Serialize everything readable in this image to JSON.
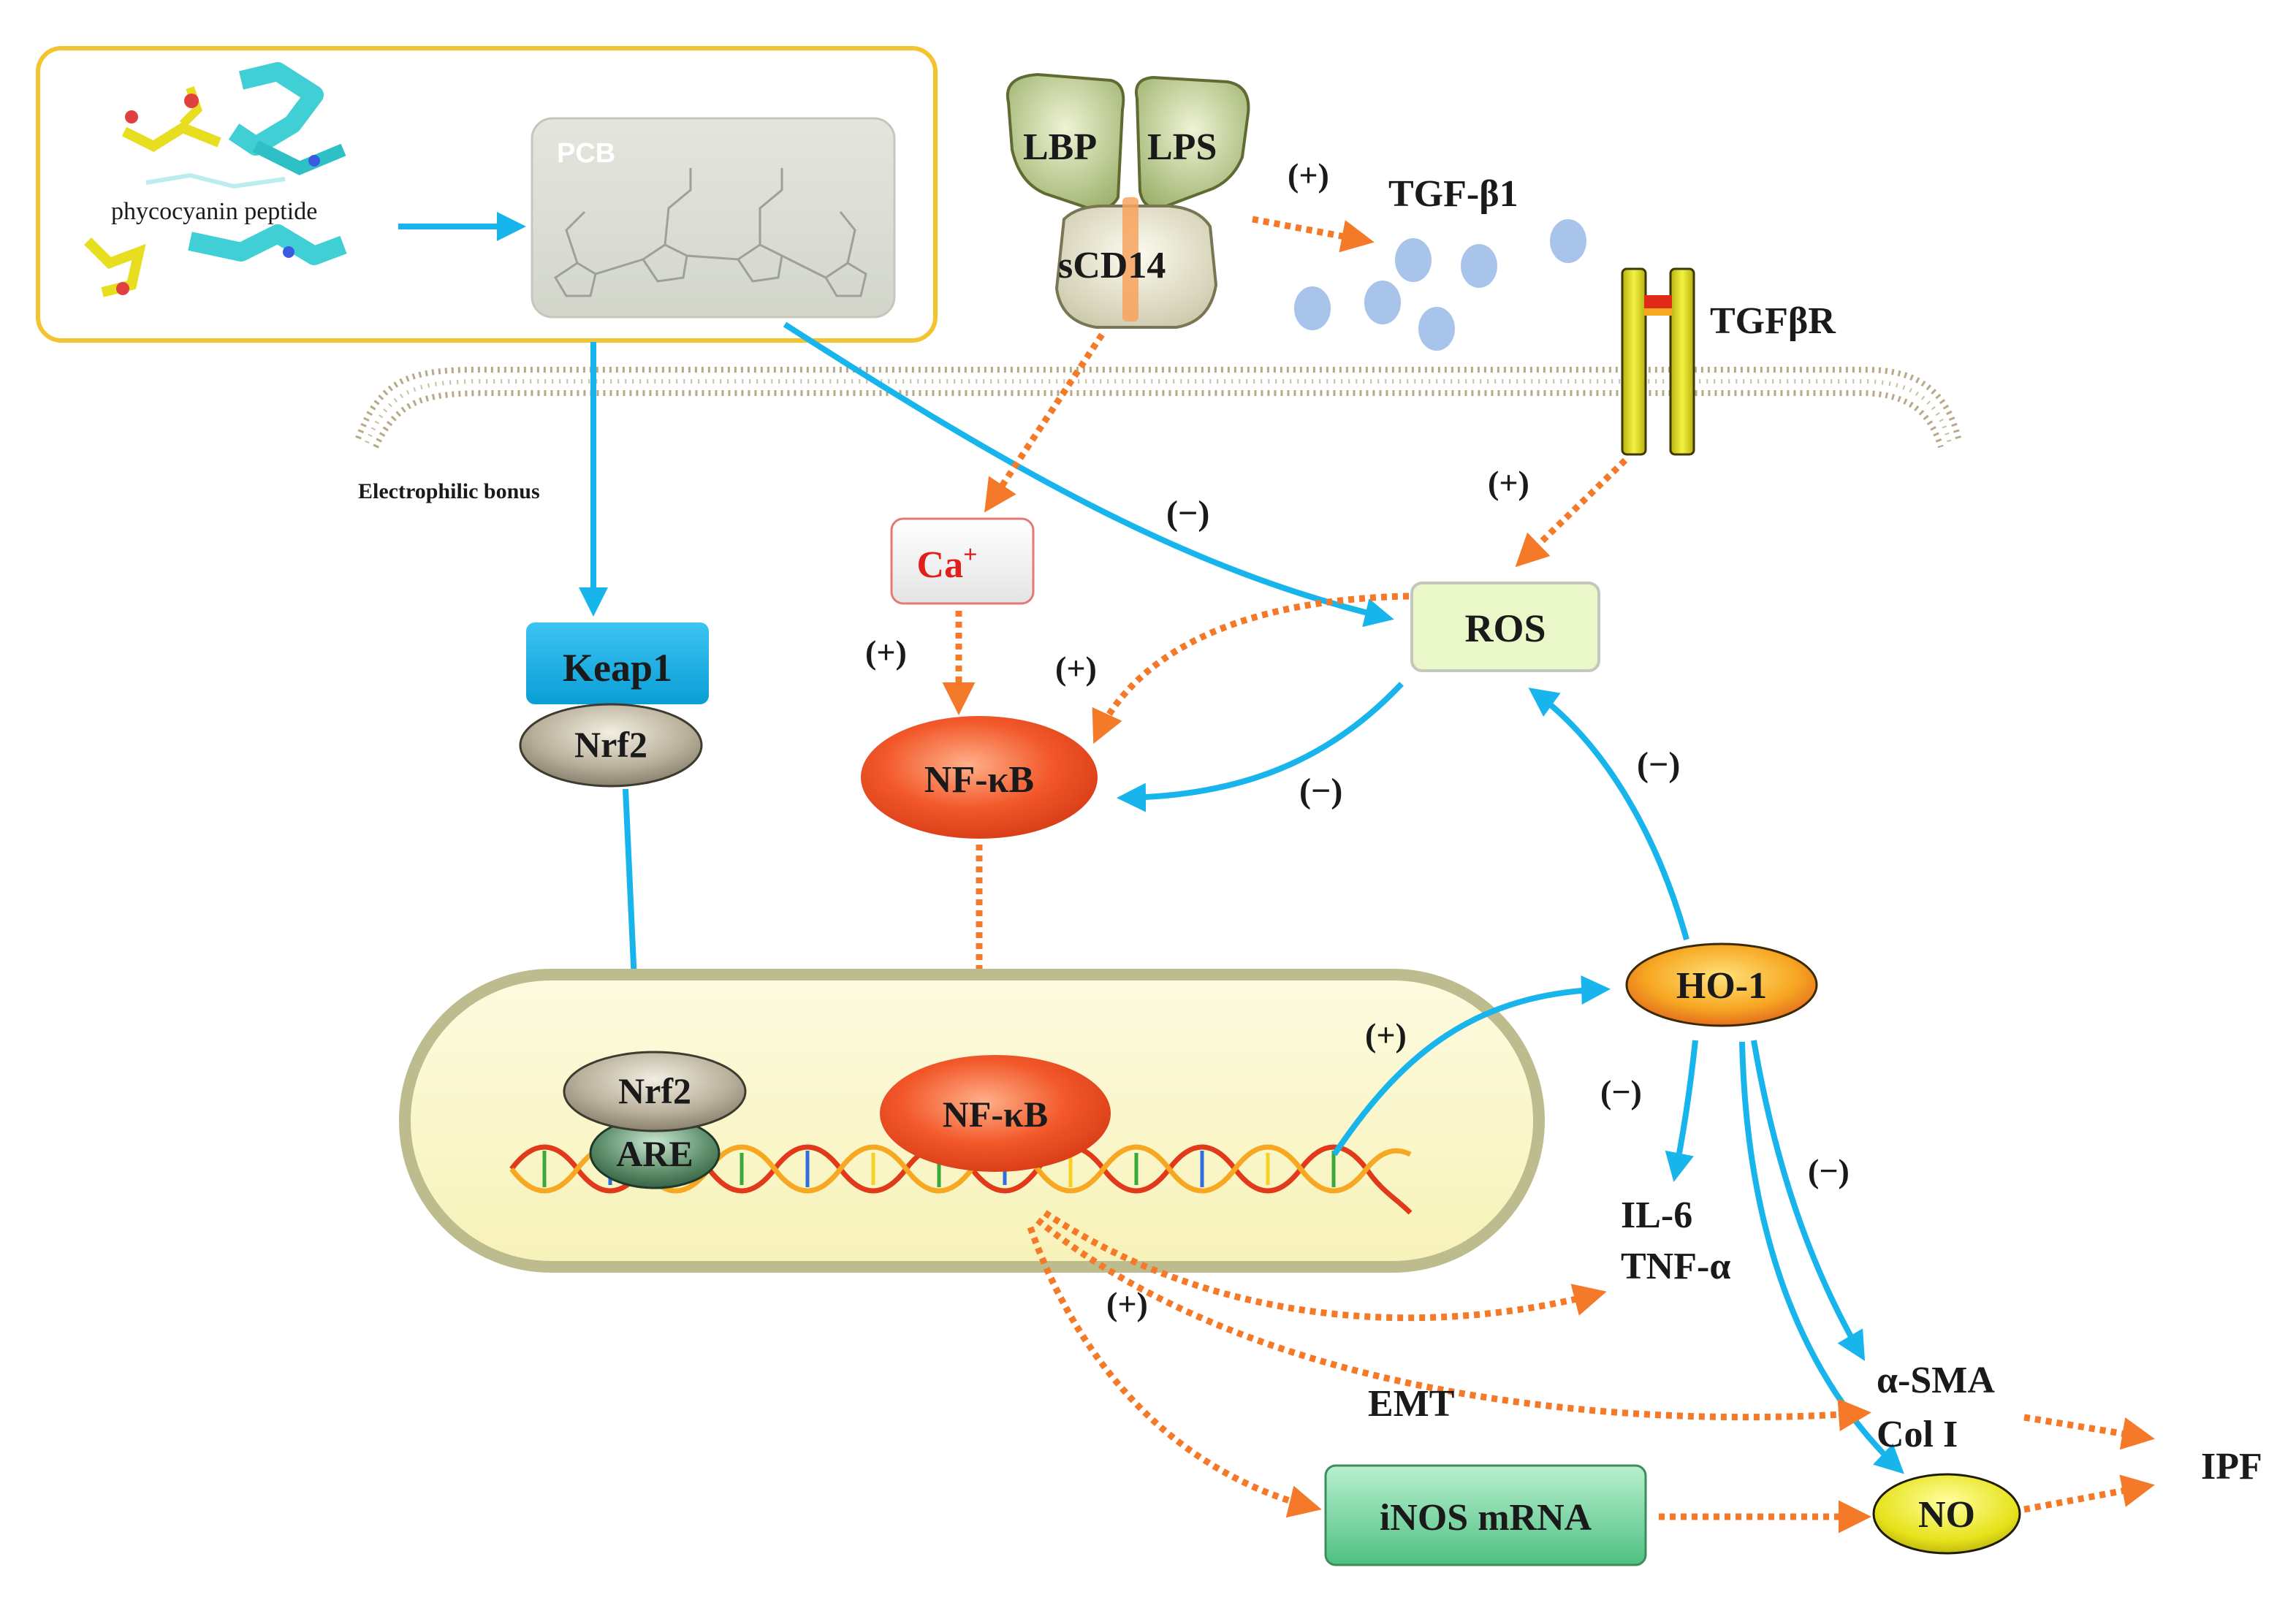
{
  "colors": {
    "blue_arrow": "#18b4ec",
    "orange_arrow": "#f47a2a",
    "frame": "#f4c430",
    "keap1": "#0fb0ea",
    "ros_fill": "#eaf7c8",
    "nfkb": "#f05a2c",
    "ho1": "#f7a823",
    "no_fill": "#e8e820",
    "inos": "#6fd69a",
    "receptor": "#e7e21a"
  },
  "labels": {
    "phycocyanin": "phycocyanin peptide",
    "pcb": "PCB",
    "lbp": "LBP",
    "lps": "LPS",
    "scd14": "sCD14",
    "tgfb1": "TGF-β1",
    "tgfbr": "TGFβR",
    "electrophilic": "Electrophilic bonus",
    "keap1": "Keap1",
    "nrf2_top": "Nrf2",
    "nrf2_nucleus": "Nrf2",
    "are": "ARE",
    "ca": "Ca",
    "ca_sup": "+",
    "nfkb_top": "NF-κB",
    "nfkb_nucleus": "NF-κB",
    "ros": "ROS",
    "ho1": "HO-1",
    "il6": "IL-6",
    "tnfa": "TNF-α",
    "asma": "α-SMA",
    "col1": "Col I",
    "emt": "EMT",
    "inos": "iNOS mRNA",
    "no": "NO",
    "ipf": "IPF"
  },
  "signs": {
    "lps_tgf": "(+)",
    "tgfbr_ros": "(+)",
    "pcb_ros": "(−)",
    "ca_nfkb": "(+)",
    "ros_nfkb_plus": "(+)",
    "ros_nfkb_minus": "(−)",
    "ho1_ros": "(−)",
    "nucleus_ho1": "(+)",
    "ho1_il6": "(−)",
    "ho1_asma": "(−)",
    "nfkb_inos": "(+)"
  }
}
